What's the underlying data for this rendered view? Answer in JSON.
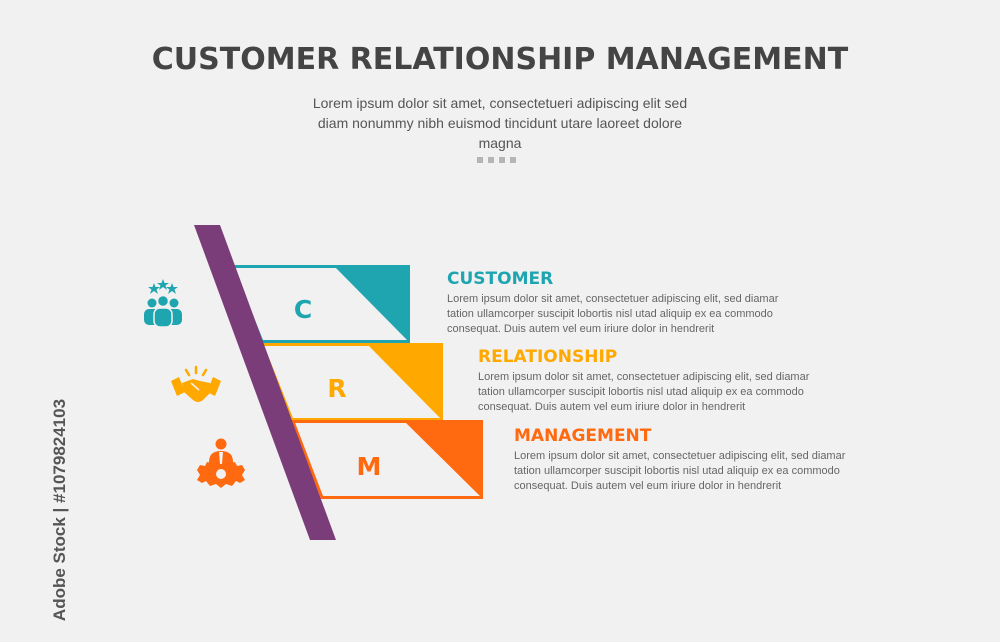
{
  "title": "CUSTOMER RELATIONSHIP MANAGEMENT",
  "subtitle": "Lorem ipsum dolor sit amet, consectetueri adipiscing elit sed diam nonummy nibh euismod tincidunt utare laoreet dolore magna",
  "colors": {
    "customer": "#1fa5b0",
    "relationship": "#ffa800",
    "management": "#ff6a10",
    "bar": "#7b3d7a",
    "background": "#f1f1f1"
  },
  "steps": [
    {
      "letter": "C",
      "heading": "CUSTOMER",
      "body": "Lorem ipsum dolor sit amet, consectetuer adipiscing elit, sed diamar tation ullamcorper suscipit lobortis nisl utad aliquip ex ea commodo consequat. Duis autem vel eum iriure dolor in hendrerit",
      "icon": "team-stars-icon"
    },
    {
      "letter": "R",
      "heading": "RELATIONSHIP",
      "body": "Lorem ipsum dolor sit amet, consectetuer adipiscing elit, sed diamar tation ullamcorper suscipit lobortis nisl utad aliquip ex ea commodo consequat. Duis autem vel eum iriure dolor in hendrerit",
      "icon": "handshake-icon"
    },
    {
      "letter": "M",
      "heading": "MANAGEMENT",
      "body": "Lorem ipsum dolor sit amet, consectetuer adipiscing elit, sed diamar tation ullamcorper suscipit lobortis nisl utad aliquip ex ea commodo consequat. Duis autem vel eum iriure dolor in hendrerit",
      "icon": "manager-gear-icon"
    }
  ],
  "watermark": "Adobe Stock | #1079824103"
}
